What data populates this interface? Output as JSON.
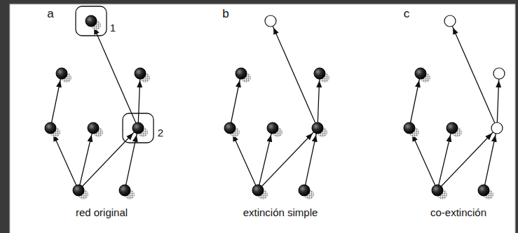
{
  "diagram": {
    "labels": [
      "a",
      "1",
      "2",
      "red original",
      "b",
      "extinción simple",
      "c",
      "co-extinción"
    ]
  }
}
